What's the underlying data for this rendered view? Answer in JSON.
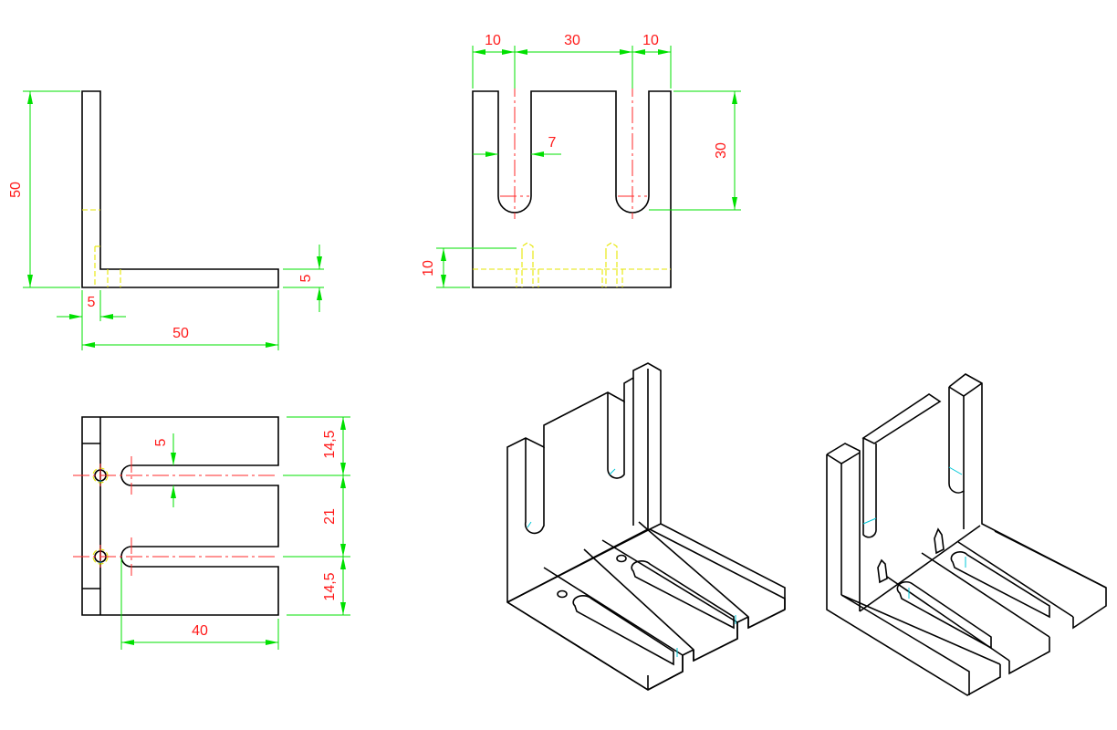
{
  "colors": {
    "object": "#000000",
    "dimension": "#00e000",
    "dimension_text": "#ff1a1a",
    "centerline": "#ff2a2a",
    "hidden": "#e6e600",
    "tangent": "#00c8d8",
    "background": "#ffffff"
  },
  "front_view": {
    "dim_height": "50",
    "dim_thickness": "5",
    "dim_foot": "5",
    "dim_width": "50"
  },
  "side_view": {
    "dim_left": "10",
    "dim_middle": "30",
    "dim_right": "10",
    "dim_slot_width": "7",
    "dim_slot_depth": "30",
    "dim_hole_height": "10"
  },
  "top_view": {
    "dim_slot_width": "5",
    "dim_top": "14,5",
    "dim_middle": "21",
    "dim_bottom": "14,5",
    "dim_slot_length": "40"
  }
}
